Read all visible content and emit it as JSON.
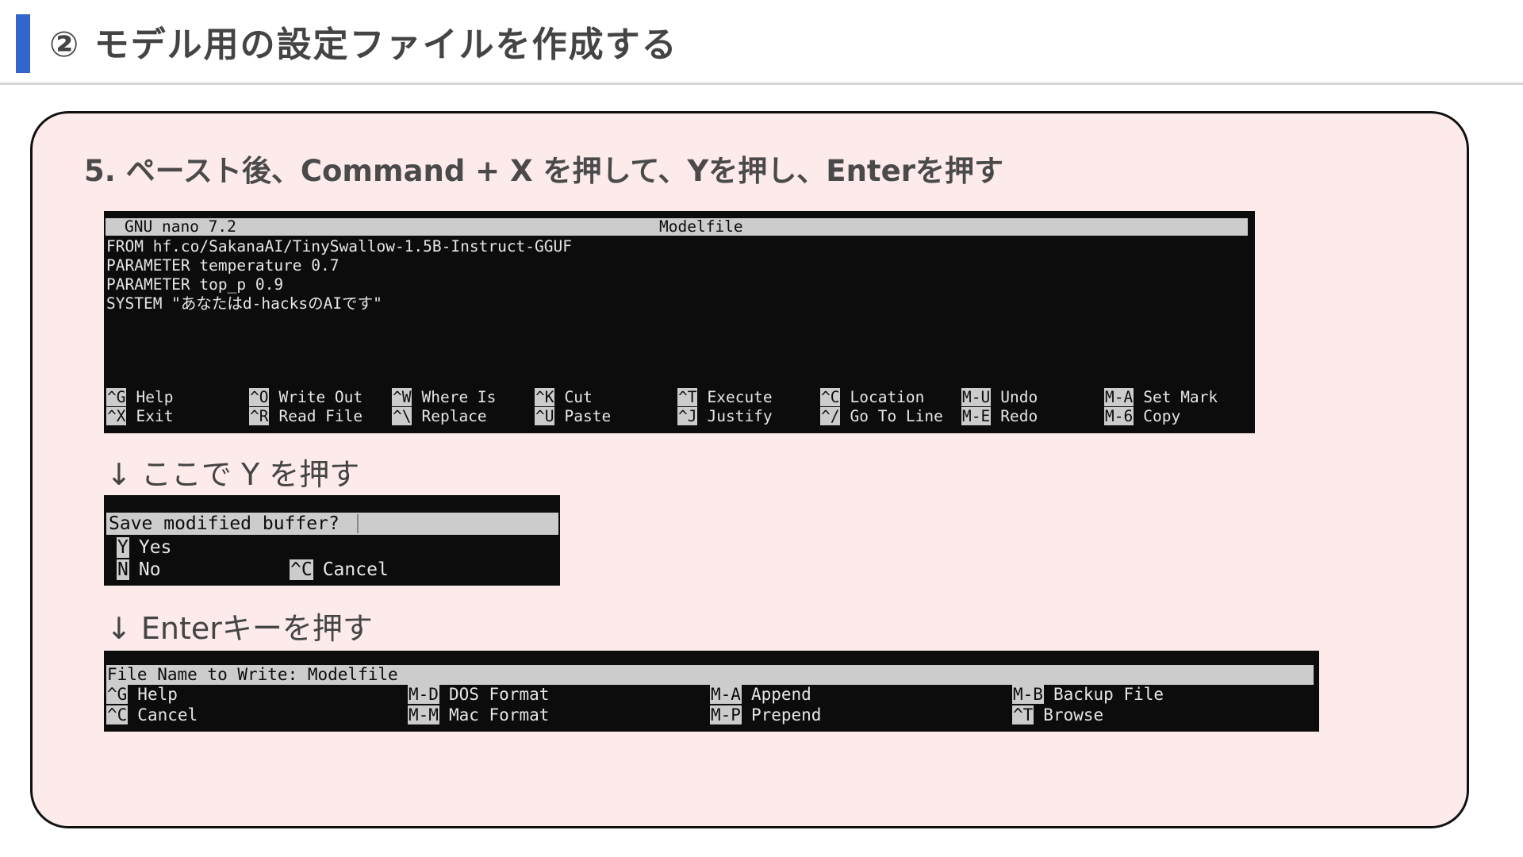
{
  "slide": {
    "title": "② モデル用の設定ファイルを作成する",
    "step_title": "5. ペースト後、Command + X を押して、Yを押し、Enterを押す",
    "note_y": "↓ ここで Y を押す",
    "note_enter": "↓ Enterキーを押す"
  },
  "nano_editor": {
    "app": "GNU nano 7.2",
    "filename": "Modelfile",
    "lines": [
      "FROM hf.co/SakanaAI/TinySwallow-1.5B-Instruct-GGUF",
      "PARAMETER temperature 0.7",
      "PARAMETER top_p 0.9",
      "SYSTEM \"あなたはd-hacksのAIです\""
    ],
    "shortcuts": [
      {
        "key": "^G",
        "label": "Help"
      },
      {
        "key": "^O",
        "label": "Write Out"
      },
      {
        "key": "^W",
        "label": "Where Is"
      },
      {
        "key": "^K",
        "label": "Cut"
      },
      {
        "key": "^T",
        "label": "Execute"
      },
      {
        "key": "^C",
        "label": "Location"
      },
      {
        "key": "M-U",
        "label": "Undo"
      },
      {
        "key": "M-A",
        "label": "Set Mark"
      },
      {
        "key": "^X",
        "label": "Exit"
      },
      {
        "key": "^R",
        "label": "Read File"
      },
      {
        "key": "^\\",
        "label": "Replace"
      },
      {
        "key": "^U",
        "label": "Paste"
      },
      {
        "key": "^J",
        "label": "Justify"
      },
      {
        "key": "^/",
        "label": "Go To Line"
      },
      {
        "key": "M-E",
        "label": "Redo"
      },
      {
        "key": "M-6",
        "label": "Copy"
      }
    ]
  },
  "save_prompt": {
    "question": "Save modified buffer?",
    "options": [
      {
        "key": "Y",
        "label": "Yes"
      },
      {
        "key": "N",
        "label": "No"
      },
      {
        "key": "^C",
        "label": "Cancel"
      }
    ]
  },
  "write_prompt": {
    "label": "File Name to Write: Modelfile",
    "shortcuts": [
      {
        "key": "^G",
        "label": "Help"
      },
      {
        "key": "M-D",
        "label": "DOS Format"
      },
      {
        "key": "M-A",
        "label": "Append"
      },
      {
        "key": "M-B",
        "label": "Backup File"
      },
      {
        "key": "^C",
        "label": "Cancel"
      },
      {
        "key": "M-M",
        "label": "Mac Format"
      },
      {
        "key": "M-P",
        "label": "Prepend"
      },
      {
        "key": "^T",
        "label": "Browse"
      }
    ]
  }
}
